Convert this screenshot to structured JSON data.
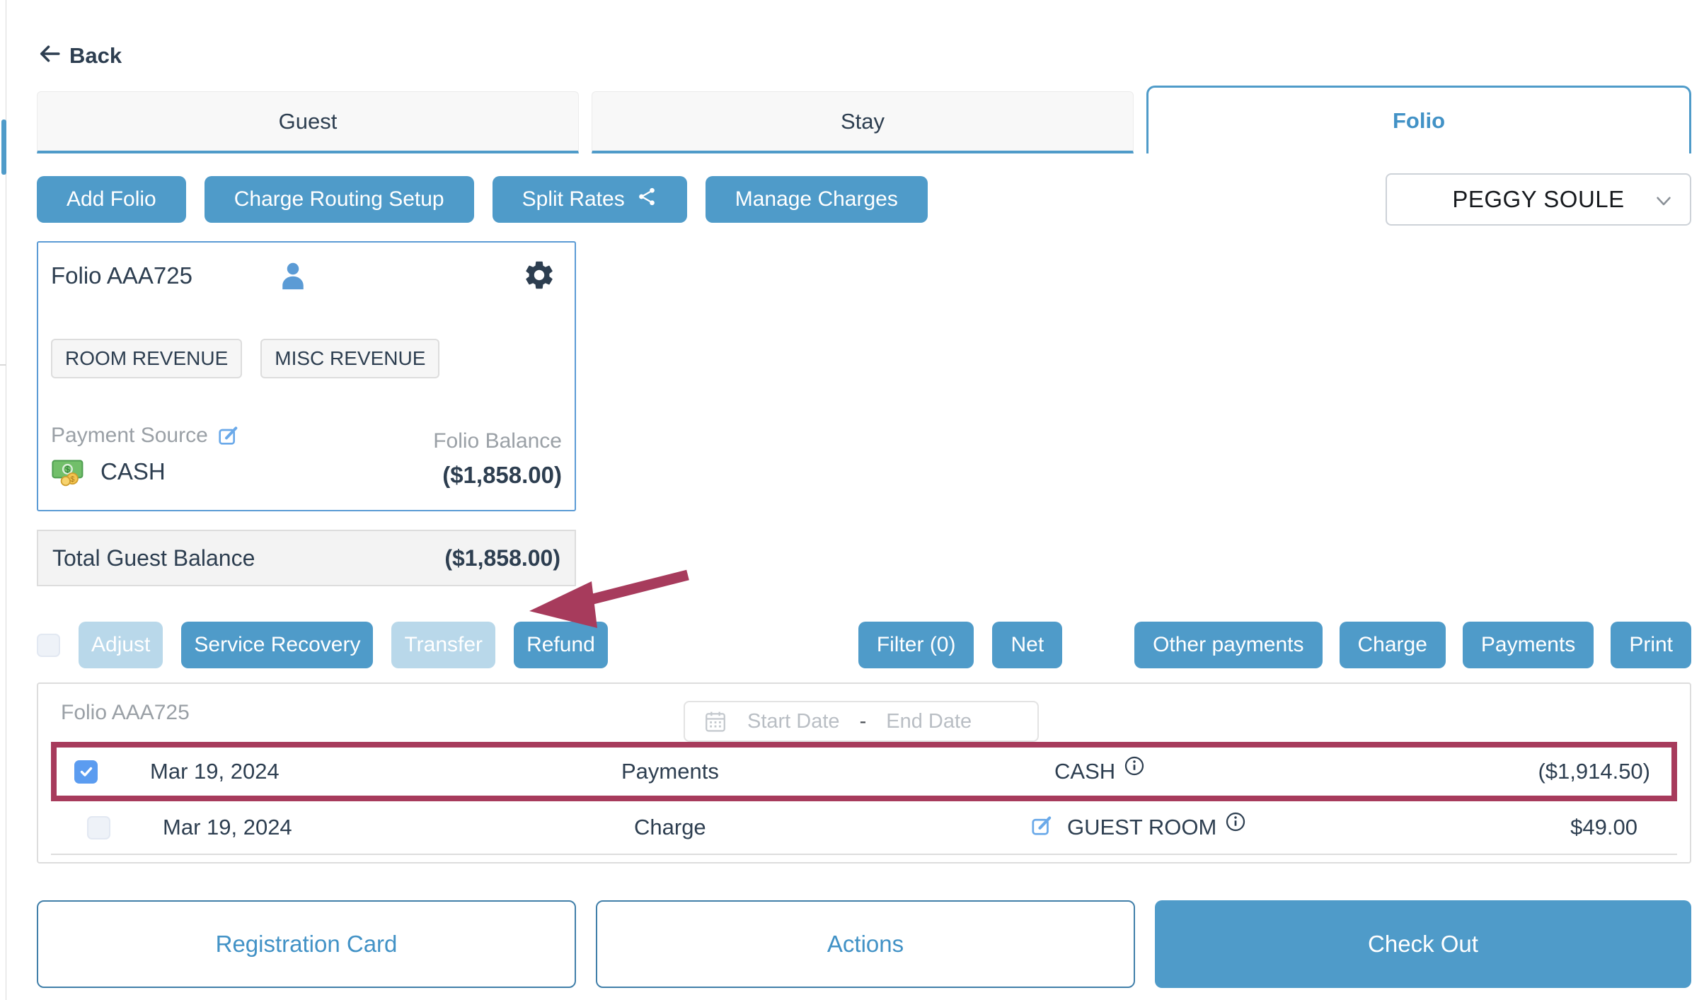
{
  "header": {
    "back_label": "Back"
  },
  "tabs": {
    "guest": "Guest",
    "stay": "Stay",
    "folio": "Folio",
    "active": "Folio"
  },
  "toolbar": {
    "add_folio": "Add Folio",
    "charge_routing_setup": "Charge Routing Setup",
    "split_rates": "Split Rates",
    "manage_charges": "Manage Charges"
  },
  "guest_selector": {
    "selected": "PEGGY SOULE"
  },
  "folio_card": {
    "title": "Folio AAA725",
    "tags": [
      "ROOM REVENUE",
      "MISC REVENUE"
    ],
    "payment_source_label": "Payment Source",
    "payment_source_value": "CASH",
    "folio_balance_label": "Folio Balance",
    "folio_balance_value": "($1,858.00)"
  },
  "totals": {
    "label": "Total Guest Balance",
    "value": "($1,858.00)"
  },
  "transaction_actions": {
    "adjust": "Adjust",
    "service_recovery": "Service Recovery",
    "transfer": "Transfer",
    "refund": "Refund",
    "filter": "Filter (0)",
    "net": "Net",
    "other_payments": "Other payments",
    "charge": "Charge",
    "payments": "Payments",
    "print": "Print"
  },
  "transactions": {
    "folio_label": "Folio AAA725",
    "date_range": {
      "start_placeholder": "Start Date",
      "separator": "-",
      "end_placeholder": "End Date"
    },
    "rows": [
      {
        "selected": true,
        "highlighted": true,
        "date": "Mar 19, 2024",
        "type": "Payments",
        "description": "CASH",
        "amount": "($1,914.50)"
      },
      {
        "selected": false,
        "highlighted": false,
        "date": "Mar 19, 2024",
        "type": "Charge",
        "description": "GUEST ROOM",
        "amount": "$49.00"
      }
    ]
  },
  "footer": {
    "registration_card": "Registration Card",
    "actions": "Actions",
    "check_out": "Check Out"
  },
  "colors": {
    "primary_blue": "#4f9bc9",
    "disabled_blue": "#b9d8ea",
    "navy_text": "#2d3e50",
    "active_tab_text": "#4292c6",
    "highlight_annotation": "#a73b5c",
    "checkbox_checked": "#5b9cf0",
    "card_border_blue": "#5b9bd5"
  },
  "icons": {
    "back": "arrow-left",
    "split_rates_share": "share-nodes",
    "folio_guest": "person-silhouette",
    "folio_settings": "gear",
    "payment_source_edit": "edit-pencil-square",
    "payment_cash": "money-bill-with-coins",
    "guest_selector_chevron": "chevron-down",
    "date_range_calendar": "calendar",
    "row_info": "info-circle",
    "row_edit": "edit-pencil-square",
    "row_check": "checkmark",
    "annotation": "maroon-arrow-pointer"
  }
}
